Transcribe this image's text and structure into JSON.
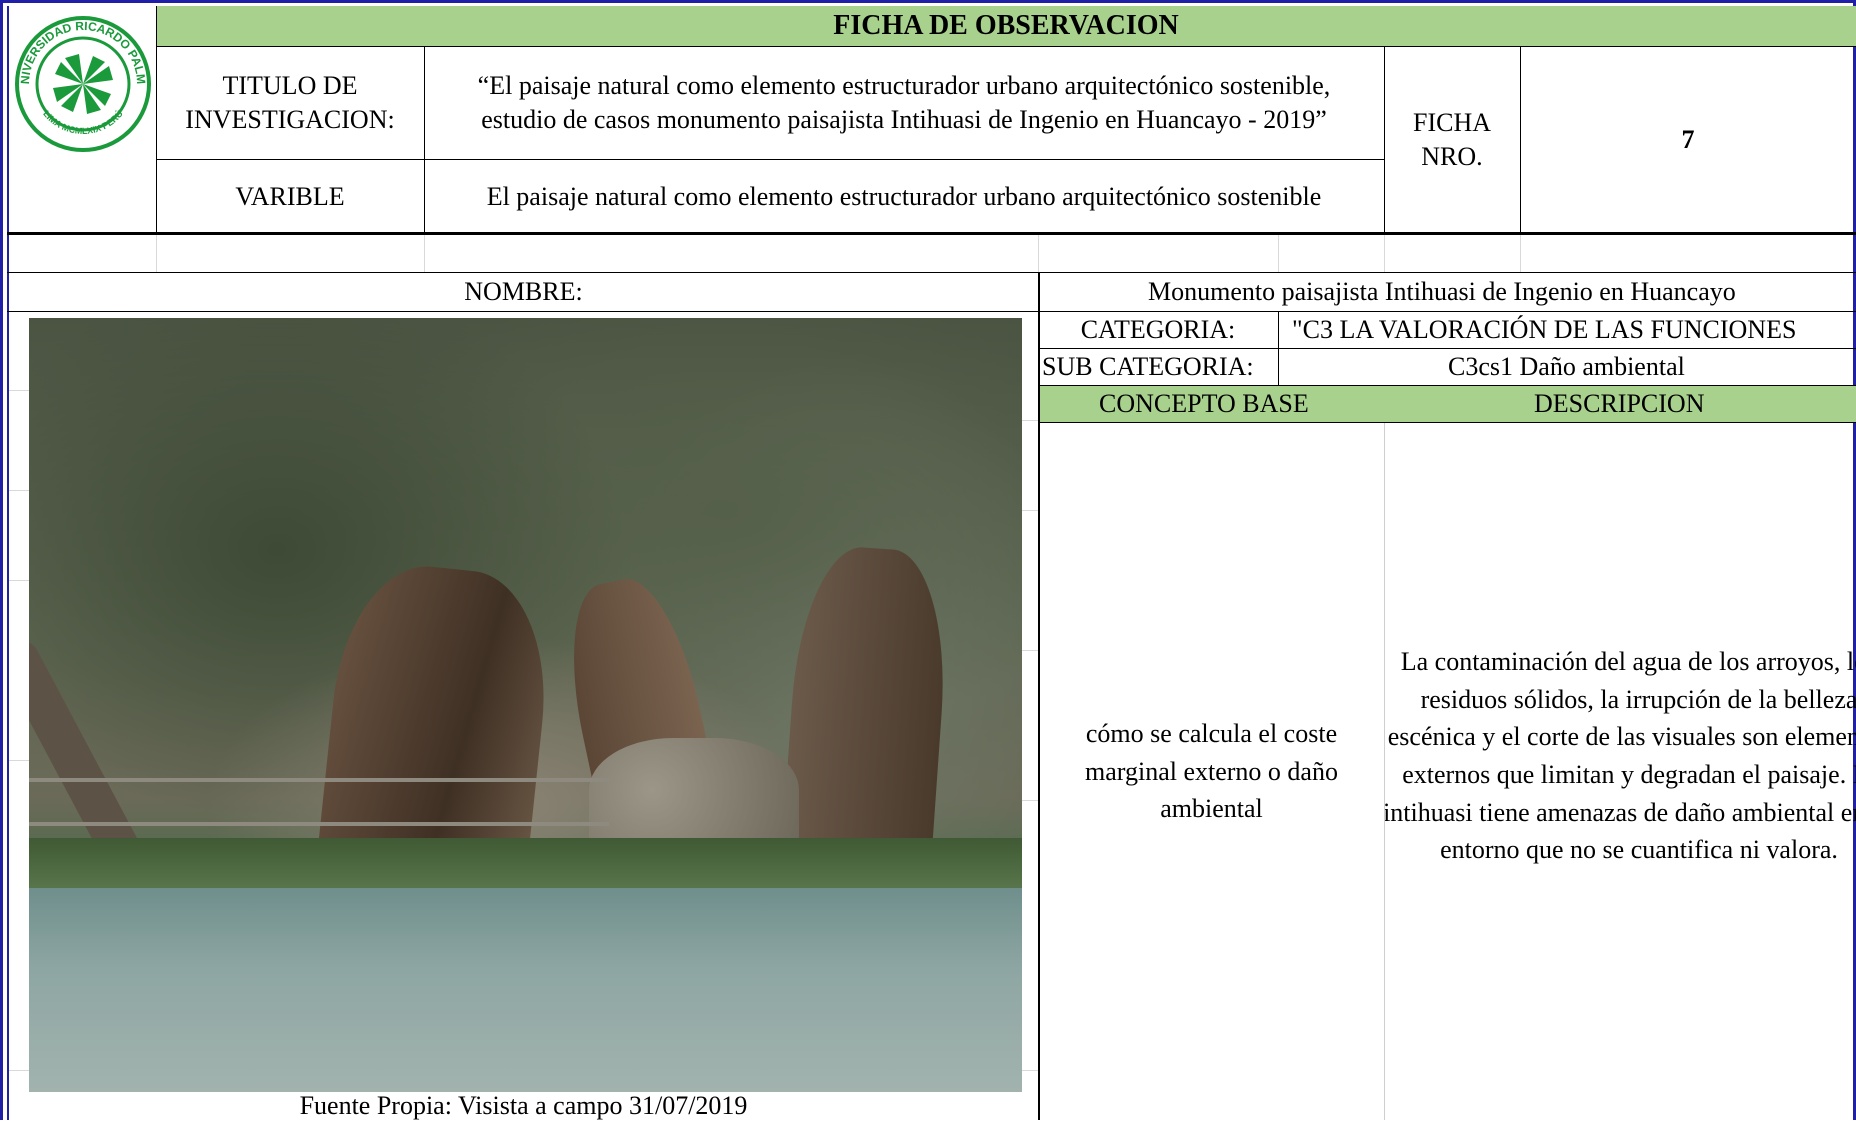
{
  "header": {
    "title": "FICHA DE OBSERVACION",
    "titulo_label": "TITULO DE\nINVESTIGACION:",
    "titulo_value": "“El paisaje natural como elemento estructurador urbano arquitectónico sostenible, estudio de casos monumento paisajista Intihuasi de Ingenio en Huancayo - 2019”",
    "variable_label": "VARIBLE",
    "variable_value": "El paisaje natural como elemento estructurador urbano arquitectónico sostenible",
    "ficha_label": "FICHA\nNRO.",
    "ficha_value": "7"
  },
  "logo": {
    "ring_text_top": "UNIVERSIDAD RICARDO PALMA",
    "ring_text_bottom": "LIMA MCMLXIX PERÚ",
    "color": "#1a9a3a"
  },
  "observation": {
    "nombre_label": "NOMBRE:",
    "nombre_value": "Monumento paisajista Intihuasi de Ingenio en Huancayo",
    "categoria_label": "CATEGORIA:",
    "categoria_value": "\"C3  LA VALORACIÓN DE LAS FUNCIONES",
    "subcategoria_label": "SUB CATEGORIA:",
    "subcategoria_value": "C3cs1 Daño ambiental",
    "concepto_header": "CONCEPTO BASE",
    "descripcion_header": "DESCRIPCION",
    "concepto_text": "cómo se calcula el coste marginal externo o daño ambiental",
    "descripcion_text": "La contaminación del agua de los arroyos, los residuos sólidos, la irrupción de la belleza escénica y el corte de las visuales son elementos externos que limitan y degradan el paisaje. El intihuasi tiene amenazas de daño ambiental en su entorno que no se cuantifica ni valora.",
    "photo_caption": "Fuente Propia: Visista a campo 31/07/2019"
  },
  "colors": {
    "header_green": "#a9d18e",
    "border_blue": "#1f1fa8"
  }
}
